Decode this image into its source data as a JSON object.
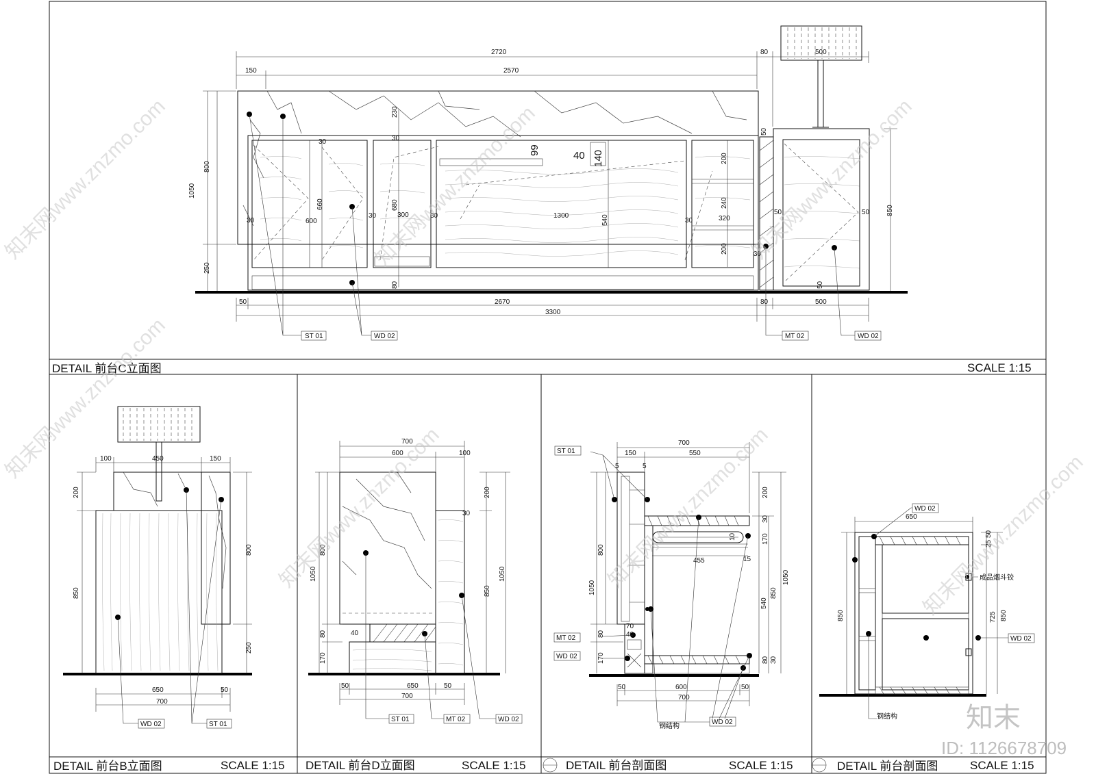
{
  "panels": {
    "top_title": "DETAIL  前台C立面图",
    "top_scale": "SCALE 1:15",
    "b_title": "DETAIL 前台B立面图",
    "b_scale": "SCALE 1:15",
    "d_title": "DETAIL 前台D立面图",
    "d_scale": "SCALE 1:15",
    "s1_title": "DETAIL 前台剖面图",
    "s1_scale": "SCALE 1:15",
    "s2_title": "DETAIL 前台剖面图",
    "s2_scale": "SCALE 1:15"
  },
  "top_dims": {
    "d2720": "2720",
    "d80a": "80",
    "d500a": "500",
    "d150": "150",
    "d2570": "2570",
    "d1050": "1050",
    "d800": "800",
    "d250": "250",
    "d230": "230",
    "d30a": "30",
    "d30b": "30",
    "d30c": "30",
    "d30d": "30",
    "d30e": "30",
    "d30f": "30",
    "d30g": "30",
    "d660": "660",
    "d600": "600",
    "d680": "680",
    "d300": "300",
    "d1300": "1300",
    "d540": "540",
    "d99": "99",
    "d40": "40",
    "d140": "140",
    "d200a": "200",
    "d240": "240",
    "d320": "320",
    "d200b": "200",
    "d50a": "50",
    "d50b": "50",
    "d50c": "50",
    "d50d": "50",
    "d850": "850",
    "d80b": "80",
    "d50e": "50",
    "d2670": "2670",
    "d80c": "80",
    "d500b": "500",
    "d3300": "3300"
  },
  "top_tags": {
    "st01": "ST 01",
    "wd02a": "WD 02",
    "mt02": "MT 02",
    "wd02b": "WD 02"
  },
  "b_dims": {
    "d100": "100",
    "d450": "450",
    "d150": "150",
    "d200": "200",
    "d800": "800",
    "d850": "850",
    "d250": "250",
    "d650": "650",
    "d50": "50",
    "d700": "700"
  },
  "b_tags": {
    "wd02": "WD 02",
    "st01": "ST 01"
  },
  "d_dims": {
    "d700a": "700",
    "d600": "600",
    "d100": "100",
    "d200": "200",
    "d30": "30",
    "d1050a": "1050",
    "d800": "800",
    "d850": "850",
    "d1050b": "1050",
    "d80": "80",
    "d40": "40",
    "d170": "170",
    "d50a": "50",
    "d650": "650",
    "d50b": "50",
    "d700b": "700"
  },
  "d_tags": {
    "st01": "ST 01",
    "mt02": "MT 02",
    "wd02": "WD 02"
  },
  "s1_dims": {
    "d700a": "700",
    "d150": "150",
    "d550": "550",
    "d5a": "5",
    "d5b": "5",
    "d800": "800",
    "d1050a": "1050",
    "d80": "80",
    "d170": "170",
    "d70": "70",
    "d40": "40",
    "d455": "455",
    "d10": "10",
    "d15": "15",
    "d200": "200",
    "d30a": "30",
    "d170b": "170",
    "d540": "540",
    "d850": "850",
    "d1050b": "1050",
    "d80b": "80",
    "d30b": "30",
    "d50a": "50",
    "d600": "600",
    "d50b": "50",
    "d700b": "700"
  },
  "s1_tags": {
    "st01": "ST 01",
    "mt02": "MT 02",
    "wd02a": "WD 02",
    "steel": "钢结构",
    "wd02b": "WD 02"
  },
  "s2_dims": {
    "d650": "650",
    "d50": "50",
    "d25": "25",
    "d850": "850",
    "d725": "725",
    "d850b": "850"
  },
  "s2_tags": {
    "wd02a": "WD 02",
    "hinge": "成品烟斗铰",
    "wd02b": "WD 02",
    "steel": "钢结构"
  },
  "watermark": {
    "text": "知末网www.znzmo.com"
  },
  "brand": {
    "logo": "知末",
    "id": "ID: 1126678709"
  }
}
